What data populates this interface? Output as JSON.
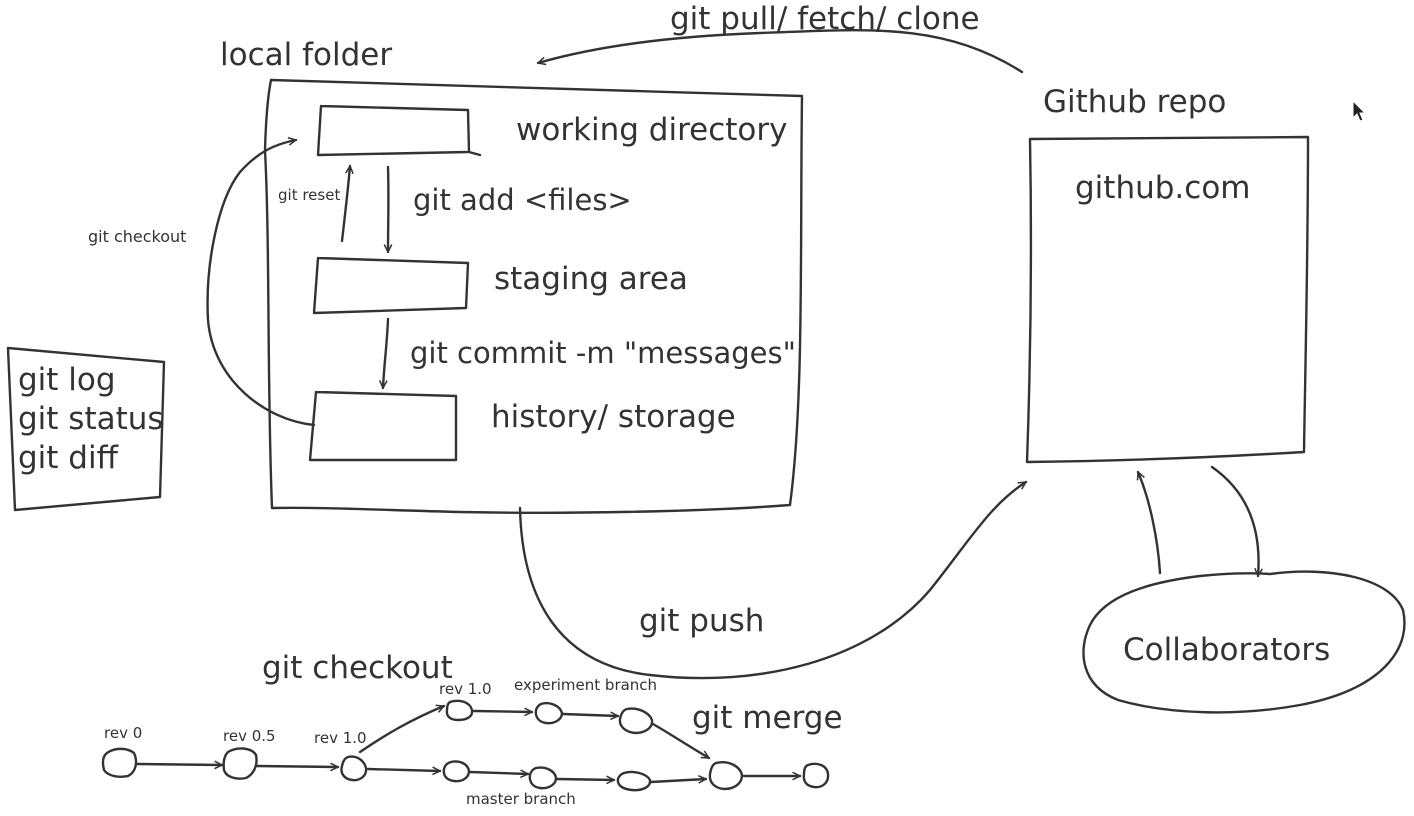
{
  "diagram": {
    "local_folder": {
      "title": "local folder",
      "working_directory": "working directory",
      "staging_area": "staging area",
      "history": "history/ storage"
    },
    "commands": {
      "git_add": "git add <files>",
      "git_commit": "git commit -m \"messages\"",
      "git_reset": "git reset",
      "git_checkout_side": "git checkout",
      "git_pull": "git pull/ fetch/ clone",
      "git_push": "git push"
    },
    "info_commands": [
      "git log",
      "git status",
      "git diff"
    ],
    "github": {
      "title": "Github repo",
      "url": "github.com"
    },
    "collaborators": "Collaborators",
    "branching": {
      "checkout_label": "git checkout",
      "merge_label": "git merge",
      "experiment_branch": "experiment branch",
      "master_branch": "master branch",
      "revisions": {
        "rev0": "rev 0",
        "rev05": "rev 0.5",
        "rev10": "rev 1.0",
        "rev10_branch": "rev 1.0"
      }
    }
  },
  "colors": {
    "ink": "#333333",
    "background": "#ffffff"
  },
  "icons": {
    "cursor": "mouse-pointer-icon"
  }
}
